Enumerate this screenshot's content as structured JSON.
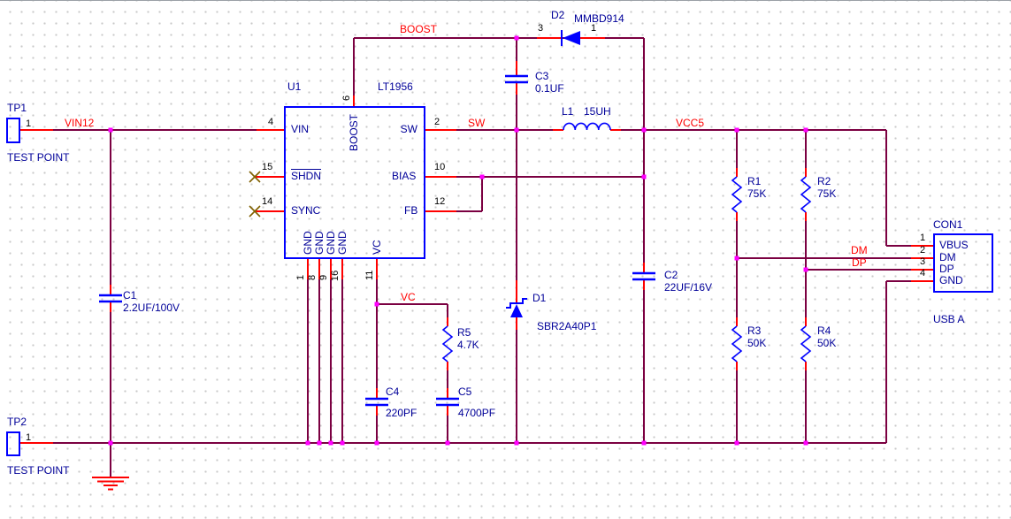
{
  "colors": {
    "background": "#FFFFFF",
    "grid_dot": "#C9C9C9",
    "wire": "#7B0041",
    "stub": "#FF0000",
    "junction": "#FF00FF",
    "symbol": "#0000FF",
    "text": "#000099",
    "net_label": "#FF0000",
    "pin_number": "#000000",
    "no_connect": "#806000",
    "ground": "#FF0000"
  },
  "nets": {
    "vin12": "VIN12",
    "boost": "BOOST",
    "sw": "SW",
    "vcc5": "VCC5",
    "vc": "VC",
    "dm": "DM",
    "dp": "DP"
  },
  "tp1": {
    "ref": "TP1",
    "pin": "1",
    "desc": "TEST POINT"
  },
  "tp2": {
    "ref": "TP2",
    "pin": "1",
    "desc": "TEST POINT"
  },
  "u1": {
    "ref": "U1",
    "part": "LT1956",
    "pin_numbers": {
      "vin": "4",
      "shdn": "15",
      "sync": "14",
      "boost": "6",
      "sw": "2",
      "bias": "10",
      "fb": "12",
      "gnd1": "1",
      "gnd2": "8",
      "gnd3": "9",
      "gnd4": "16",
      "vc": "11"
    },
    "pin_names": {
      "vin": "VIN",
      "shdn": "SHDN",
      "sync": "SYNC",
      "boost": "BOOST",
      "sw": "SW",
      "bias": "BIAS",
      "fb": "FB",
      "gnd": "GND",
      "vc": "VC"
    }
  },
  "c1": {
    "ref": "C1",
    "value": "2.2UF/100V"
  },
  "c2": {
    "ref": "C2",
    "value": "22UF/16V"
  },
  "c3": {
    "ref": "C3",
    "value": "0.1UF"
  },
  "c4": {
    "ref": "C4",
    "value": "220PF"
  },
  "c5": {
    "ref": "C5",
    "value": "4700PF"
  },
  "r1": {
    "ref": "R1",
    "value": "75K"
  },
  "r2": {
    "ref": "R2",
    "value": "75K"
  },
  "r3": {
    "ref": "R3",
    "value": "50K"
  },
  "r4": {
    "ref": "R4",
    "value": "50K"
  },
  "r5": {
    "ref": "R5",
    "value": "4.7K"
  },
  "l1": {
    "ref": "L1",
    "value": "15UH"
  },
  "d1": {
    "ref": "D1",
    "value": "SBR2A40P1"
  },
  "d2": {
    "ref": "D2",
    "value": "MMBD914",
    "pin_cathode": "3",
    "pin_anode": "1"
  },
  "con1": {
    "ref": "CON1",
    "type": "USB A",
    "pins": [
      {
        "num": "1",
        "name": "VBUS"
      },
      {
        "num": "2",
        "name": "DM"
      },
      {
        "num": "3",
        "name": "DP"
      },
      {
        "num": "4",
        "name": "GND"
      }
    ]
  }
}
